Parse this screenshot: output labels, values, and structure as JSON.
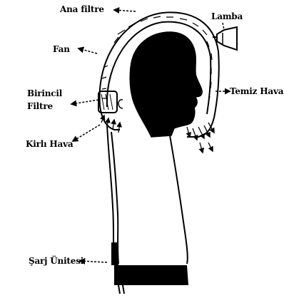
{
  "labels": {
    "ana_filtre": "Ana filtre",
    "lamba": "Lamba",
    "fan": "Fan",
    "birincil_line1": "Birincil",
    "birincil_line2": "Filtre",
    "temiz_hava": "Temiz Hava",
    "kirli_hava": "Kirlı Hava",
    "sarj_unitesi": "Şarj Ünitesi"
  }
}
